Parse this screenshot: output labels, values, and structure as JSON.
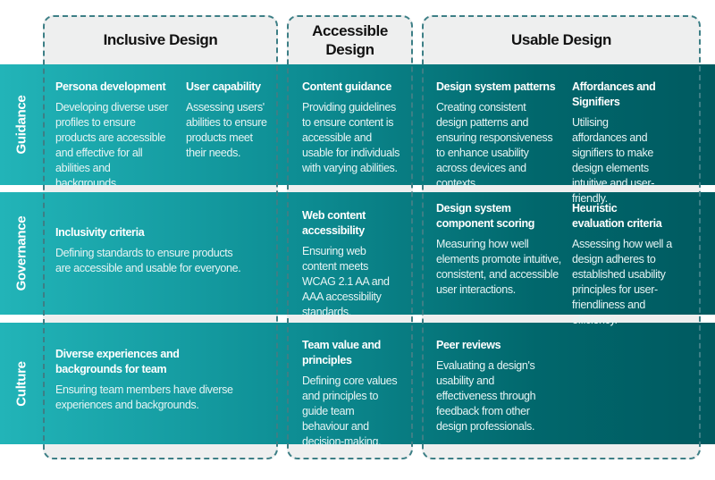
{
  "columns": [
    {
      "title": "Inclusive Design"
    },
    {
      "title": "Accessible\nDesign"
    },
    {
      "title": "Usable Design"
    }
  ],
  "rows": [
    {
      "label": "Guidance"
    },
    {
      "label": "Governance"
    },
    {
      "label": "Culture"
    }
  ],
  "cells": {
    "guidance": [
      {
        "heading": "Persona development",
        "body": "Developing diverse user profiles to ensure products are accessible and effective for all abilities and backgrounds."
      },
      {
        "heading": "User capability",
        "body": "Assessing users' abilities to ensure products meet their needs."
      },
      {
        "heading": "Content guidance",
        "body": "Providing guidelines to ensure content is accessible and usable for individuals with varying abilities."
      },
      {
        "heading": "Design system patterns",
        "body": "Creating consistent design patterns and ensuring responsiveness to enhance usability across devices and contexts."
      },
      {
        "heading": "Affordances and Signifiers",
        "body": "Utilising affordances and signifiers to make design elements intuitive and user-friendly."
      }
    ],
    "governance": [
      {
        "heading": "Inclusivity criteria",
        "body": "Defining standards to ensure products are accessible and usable for everyone."
      },
      {
        "heading": "Web content accessibility",
        "body": "Ensuring web content meets WCAG 2.1 AA and AAA accessibility standards."
      },
      {
        "heading": "Design system component scoring",
        "body": "Measuring how well elements promote intuitive, consistent, and accessible user interactions."
      },
      {
        "heading": "Heuristic evaluation criteria",
        "body": "Assessing how well a design adheres to established usability principles for user-friendliness and efficiency."
      }
    ],
    "culture": [
      {
        "heading": "Diverse experiences and backgrounds for team",
        "body": "Ensuring team members have diverse experiences and backgrounds."
      },
      {
        "heading": "Team value and principles",
        "body": "Defining core values and principles to guide team behaviour and decision-making."
      },
      {
        "heading": "Peer reviews",
        "body": "Evaluating a design's usability and effectiveness through feedback from other design professionals."
      }
    ]
  },
  "colors": {
    "band_start": "#22b4b8",
    "band_end": "#005a60",
    "column_bg": "#eeefef",
    "dashed_border": "#3d7f86"
  }
}
